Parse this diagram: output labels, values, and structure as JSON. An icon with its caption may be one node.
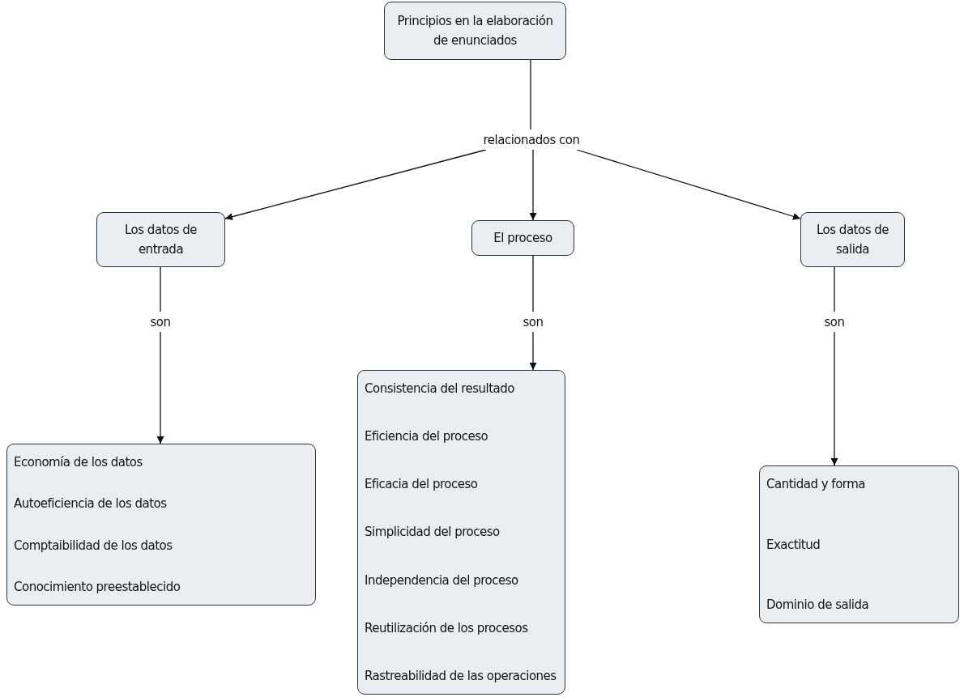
{
  "diagram": {
    "nodes": [
      {
        "text": [
          "Principios en la elaboración de enunciados"
        ]
      },
      {
        "text": [
          "relacionados con"
        ]
      },
      {
        "text": [
          "Los datos de entrada"
        ]
      },
      {
        "text": [
          "El proceso"
        ]
      },
      {
        "text": [
          "Los datos de salida"
        ]
      },
      {
        "text": [
          "son"
        ]
      },
      {
        "text": [
          "son"
        ]
      },
      {
        "text": [
          "son"
        ]
      },
      {
        "text": [
          "Economía de los datos",
          "Autoeficiencia de los datos",
          "Comptaibilidad de los datos",
          "Conocimiento preestablecido"
        ]
      },
      {
        "text": [
          "Consistencia del resultado",
          "Eficiencia del proceso",
          "Eficacia del proceso",
          "Simplicidad del proceso",
          "Independencia del proceso",
          "Reutilización de los procesos",
          "Rastreabilidad de las operaciones"
        ]
      },
      {
        "text": [
          "Cantidad y forma",
          "Exactitud",
          "Dominio de salida"
        ]
      }
    ],
    "edges": [
      {
        "from": 0,
        "to": 1,
        "arrow": "none"
      },
      {
        "from": 1,
        "to": 2,
        "arrow": "to"
      },
      {
        "from": 1,
        "to": 3,
        "arrow": "to"
      },
      {
        "from": 1,
        "to": 4,
        "arrow": "to"
      },
      {
        "from": 2,
        "to": 5,
        "arrow": "none"
      },
      {
        "from": 5,
        "to": 8,
        "arrow": "to"
      },
      {
        "from": 3,
        "to": 6,
        "arrow": "none"
      },
      {
        "from": 6,
        "to": 9,
        "arrow": "to"
      },
      {
        "from": 4,
        "to": 7,
        "arrow": "none"
      },
      {
        "from": 7,
        "to": 10,
        "arrow": "to"
      }
    ]
  }
}
